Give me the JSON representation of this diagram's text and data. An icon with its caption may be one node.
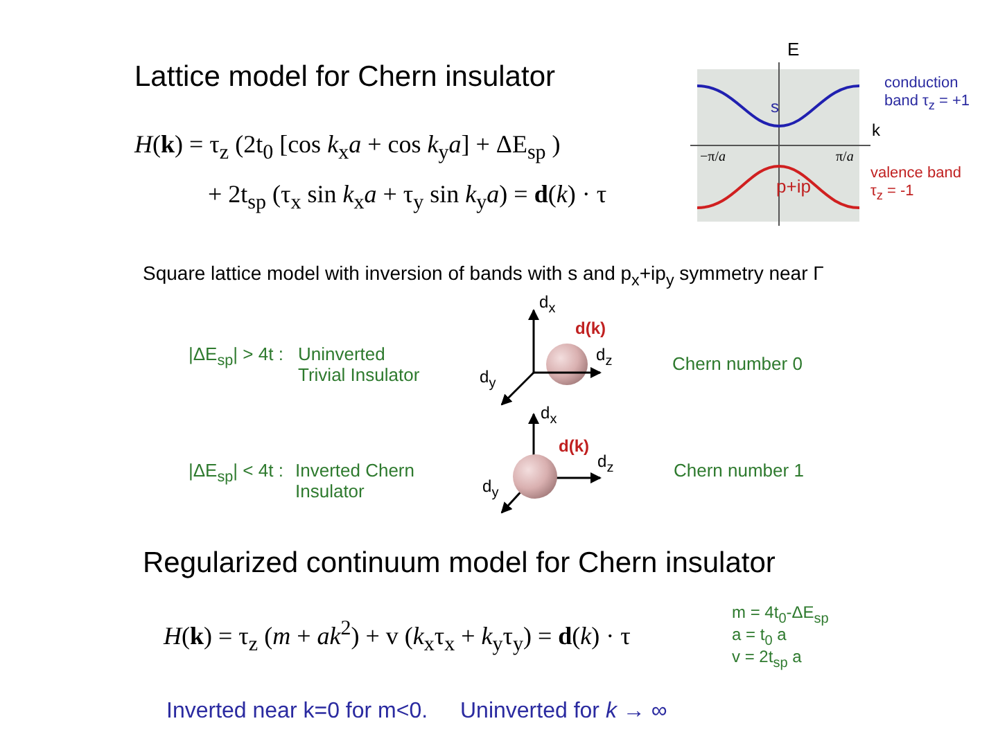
{
  "diagram": {
    "title": "Lattice model for Chern insulator",
    "labels": [
      "E",
      "conduction band τ$_{z}$ = +1",
      "s",
      "k",
      "−π/*a*",
      "π/*a*",
      "p+ip",
      "valence band τ$_{z}$ = -1",
      "*H*(**k**) = τ$_{z}$ (2t$_{0}$ [cos *k*$_{x}$*a* + cos *k*$_{y}$*a*] + ΔE$_{sp}$ )",
      "+ 2t$_{sp}$ (τ$_{x}$ sin *k*$_{x}$*a* + τ$_{y}$ sin *k*$_{y}$*a*) = **d**(*k*) · τ⃗",
      "Square lattice model with inversion of bands with s and p$_{x}$+ip$_{y}$ symmetry near Γ",
      "|ΔE$_{sp}$| > 4t :",
      "Uninverted Trivial Insulator",
      "d$_{x}$",
      "d(k)",
      "d$_{z}$",
      "d$_{y}$",
      "Chern number 0",
      "|ΔE$_{sp}$| < 4t :",
      "Inverted Chern Insulator",
      "d$_{x}$",
      "d(k)",
      "d$_{z}$",
      "d$_{y}$",
      "Chern number 1",
      "Regularized continuum model for Chern insulator",
      "*H*(**k**) = τ$_{z}$ (*m* + *ak*$^{2}$) + v (*k*$_{x}$τ$_{x}$ + *k*$_{y}$τ$_{y}$) = **d**(*k*) · τ⃗",
      "m = 4t$_{0}$-ΔE$_{sp}$",
      "a = t$_{0}$ a",
      "v = 2t$_{sp}$ a",
      "Inverted near k=0 for m<0.",
      "Uninverted for *k* → ∞"
    ]
  }
}
